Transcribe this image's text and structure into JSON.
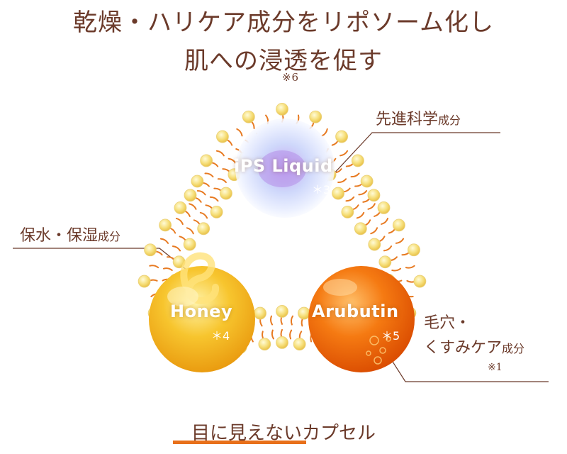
{
  "heading": {
    "line1": "乾燥・ハリケア成分をリポソーム化し",
    "line2": "肌への浸透を促す",
    "note": "※6"
  },
  "capsules": {
    "ips": {
      "name": "iPS Liquid",
      "mark": "＊3"
    },
    "honey": {
      "name": "Honey",
      "mark": "＊4"
    },
    "arubutin": {
      "name": "Arubutin",
      "mark": "＊5"
    }
  },
  "labels": {
    "advanced": {
      "main": "先進科学",
      "small": "成分"
    },
    "moisture": {
      "main": "保水・保湿",
      "small": "成分"
    },
    "pore_line1": "毛穴・",
    "pore_line2_main": "くすみケア",
    "pore_line2_small": "成分",
    "pore_note": "※1"
  },
  "caption": "目に見えないカプセル",
  "colors": {
    "text": "#6b3a2a",
    "lipid_head": "#f6df7a",
    "lipid_tail": "#e77a22",
    "honey": "#f2b21c",
    "arubutin": "#f26a06",
    "ips": "#b9a4f0",
    "accent_underline": "#e8701a"
  }
}
